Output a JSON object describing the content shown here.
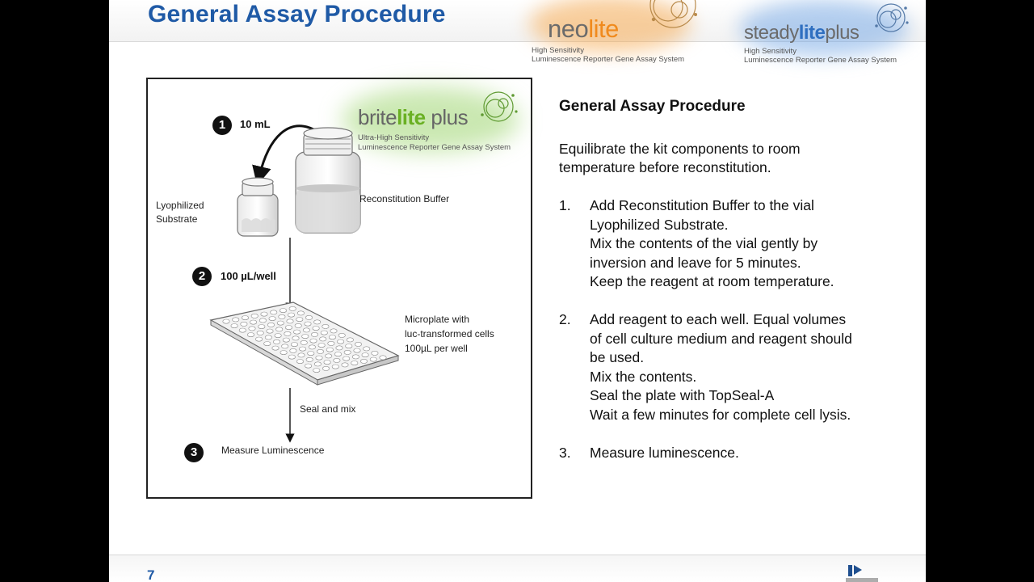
{
  "slide": {
    "title": "General Assay Procedure",
    "page_number": "7"
  },
  "logos": {
    "neolite": {
      "name_prefix": "neo",
      "name_accent": "lite",
      "tagline_1": "High Sensitivity",
      "tagline_2": "Luminescence Reporter Gene Assay System"
    },
    "steadylite": {
      "name_prefix": "steady",
      "name_accent": "lite",
      "name_suffix": "plus",
      "tagline_1": "High Sensitivity",
      "tagline_2": "Luminescence Reporter Gene Assay System"
    },
    "britelite": {
      "name_prefix": "brite",
      "name_accent": "lite",
      "name_suffix": " plus",
      "tagline_1": "Ultra-High Sensitivity",
      "tagline_2": "Luminescence Reporter Gene Assay System"
    }
  },
  "diagram": {
    "step1": {
      "number": "1",
      "amount": "10 mL"
    },
    "step2": {
      "number": "2",
      "amount": "100 µL/well"
    },
    "step3": {
      "number": "3",
      "label": "Measure Luminescence"
    },
    "lyophilized_line1": "Lyophilized",
    "lyophilized_line2": "Substrate",
    "reconstitution_buffer": "Reconstitution Buffer",
    "microplate_line1": "Microplate with",
    "microplate_line2": "luc-transformed cells",
    "microplate_line3": "100µL  per well",
    "seal_and_mix": "Seal and mix"
  },
  "procedure": {
    "heading": "General Assay Procedure",
    "intro_line1": "Equilibrate  the kit components to room",
    "intro_line2": "temperature  before reconstitution.",
    "steps": [
      {
        "num": "1.",
        "lines": [
          "Add Reconstitution Buffer to the vial",
          "Lyophilized  Substrate.",
          "Mix the contents of the vial gently by",
          "inversion and leave for 5 minutes.",
          "Keep the reagent at room temperature."
        ]
      },
      {
        "num": "2.",
        "lines": [
          "Add reagent to each well.  Equal volumes",
          "of cell culture  medium  and reagent should",
          "be used.",
          "Mix the contents.",
          "Seal the plate with TopSeal-A",
          "Wait a few minutes  for complete cell lysis."
        ]
      },
      {
        "num": "3.",
        "lines": [
          "Measure luminescence."
        ]
      }
    ]
  },
  "colors": {
    "title_blue": "#1f5aa6",
    "neolite_orange": "#f08a1d",
    "steadylite_blue": "#2f6fc0",
    "britelite_green": "#6ab023"
  },
  "icons": {
    "company_logo": "perkinelmer-logo"
  }
}
